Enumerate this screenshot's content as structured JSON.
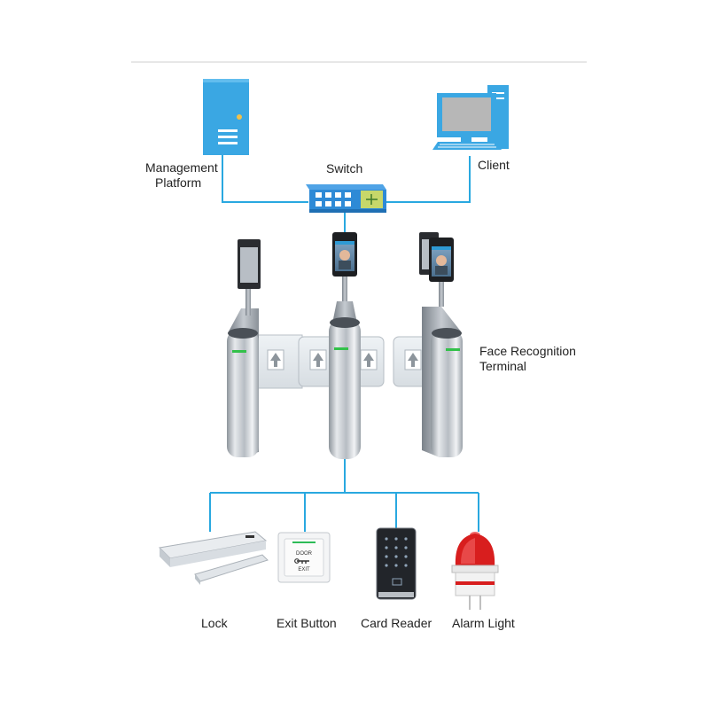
{
  "labels": {
    "management_platform_line1": "Management",
    "management_platform_line2": "Platform",
    "switch": "Switch",
    "client": "Client",
    "terminal_line1": "Face Recognition",
    "terminal_line2": "Terminal",
    "lock": "Lock",
    "exit_button": "Exit Button",
    "card_reader": "Card Reader",
    "alarm_light": "Alarm Light",
    "exit_button_face_top": "DOOR",
    "exit_button_face_bottom": "EXIT"
  },
  "colors": {
    "connector": "#29a8e0",
    "server": "#3aa7e3",
    "switch_body": "#3b8fd6",
    "steel": "#c9ced3",
    "alarm_red": "#d81e1e",
    "indicator_green": "#33c14a"
  }
}
